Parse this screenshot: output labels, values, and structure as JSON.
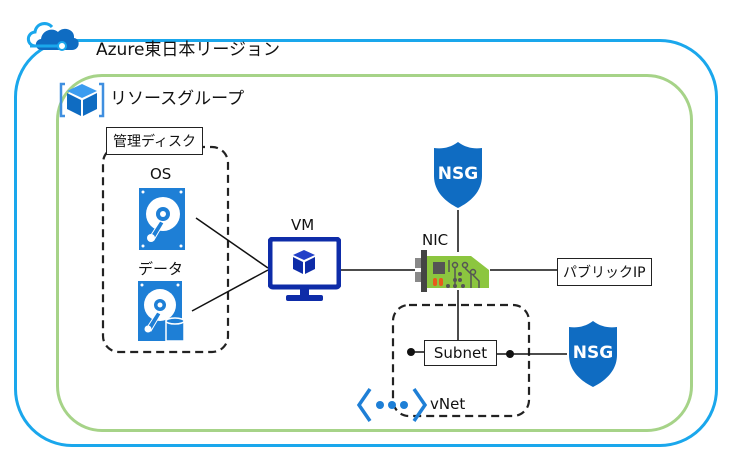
{
  "region": {
    "label": "Azure東日本リージョン",
    "icon": "azure-cloud-icon",
    "color": "#1aa7ec"
  },
  "resource_group": {
    "label": "リソースグループ",
    "icon": "resource-group-cube-icon",
    "color": "#a6d388"
  },
  "managed_disk": {
    "label": "管理ディスク",
    "disks": [
      {
        "label": "OS",
        "icon": "hard-disk-icon"
      },
      {
        "label": "データ",
        "icon": "data-disk-icon"
      }
    ]
  },
  "vm": {
    "label": "VM",
    "icon": "vm-monitor-icon",
    "color": "#0e2ca8"
  },
  "nic": {
    "label": "NIC",
    "icon": "nic-card-icon",
    "color": "#8cc63f"
  },
  "nsg_nic": {
    "label": "NSG",
    "icon": "nsg-shield-icon",
    "color": "#0072c6"
  },
  "nsg_subnet": {
    "label": "NSG",
    "icon": "nsg-shield-icon",
    "color": "#0072c6"
  },
  "public_ip": {
    "label": "パブリックIP"
  },
  "subnet": {
    "label": "Subnet"
  },
  "vnet": {
    "label": "vNet",
    "icon": "vnet-icon"
  }
}
